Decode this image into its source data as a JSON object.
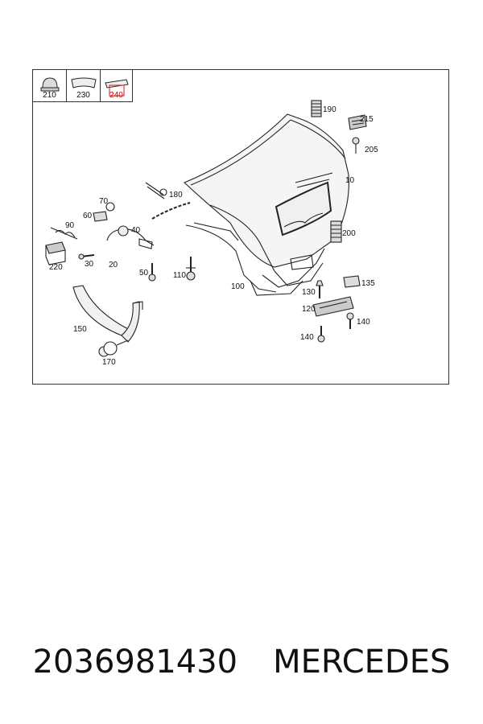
{
  "legend": [
    {
      "number": "210",
      "icon": "grommet-plug-icon",
      "highlight": false
    },
    {
      "number": "230",
      "icon": "trim-panel-icon",
      "highlight": false
    },
    {
      "number": "240",
      "icon": "clip-strip-icon",
      "highlight": true
    }
  ],
  "part_labels": [
    "190",
    "215",
    "205",
    "10",
    "180",
    "70",
    "60",
    "40",
    "90",
    "200",
    "220",
    "30",
    "20",
    "50",
    "110",
    "100",
    "135",
    "130",
    "120",
    "140",
    "140",
    "150",
    "170"
  ],
  "caption": {
    "part_number": "2036981430",
    "brand": "MERCEDES"
  },
  "colors": {
    "highlight": "#e03b3b",
    "line": "#222222"
  }
}
